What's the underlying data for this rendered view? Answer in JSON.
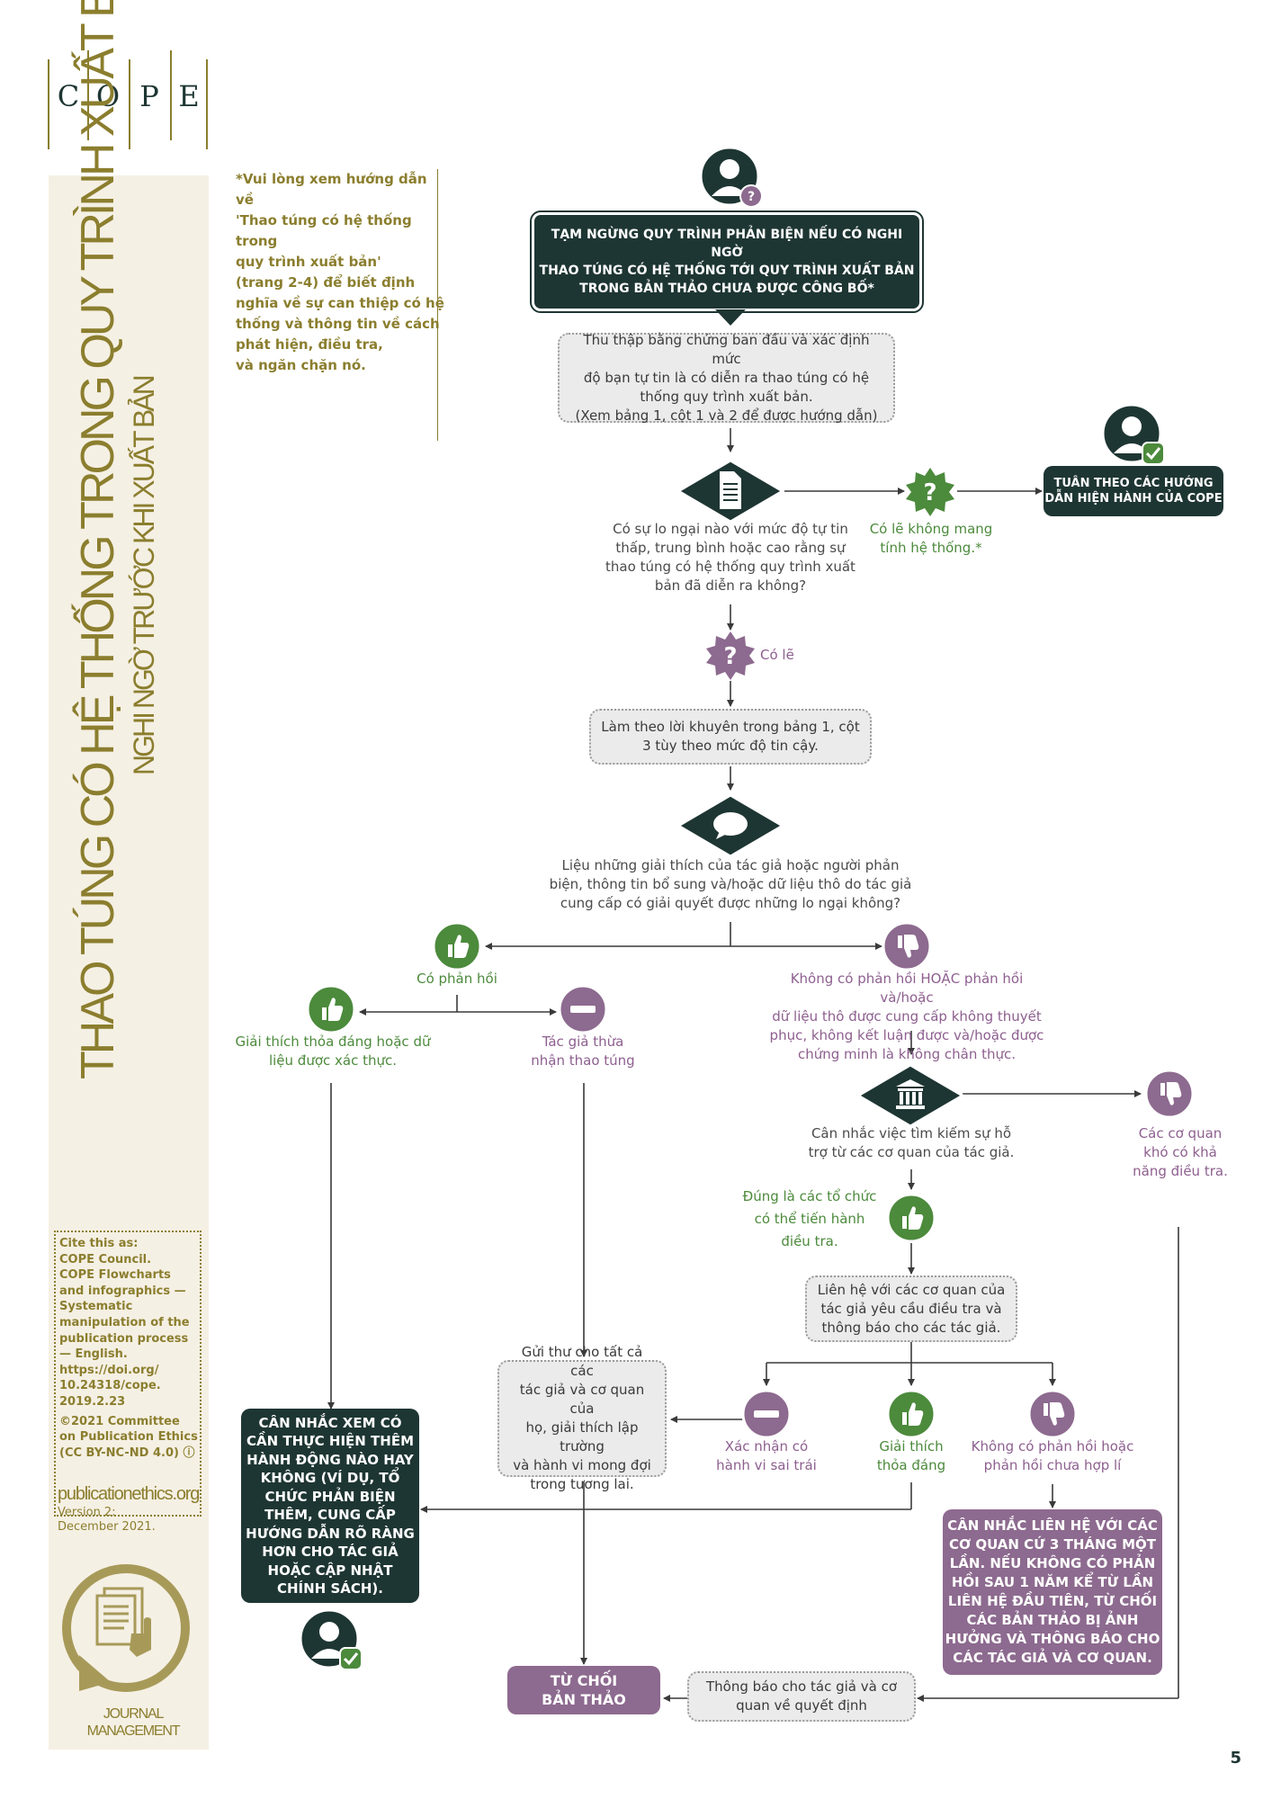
{
  "header": {
    "logo_letters": [
      "C",
      "O",
      "P",
      "E"
    ],
    "title_main": "THAO TÚNG CÓ HỆ THỐNG TRONG QUY TRÌNH XUẤT BẢN",
    "title_sub": "NGHI NGỜ TRƯỚC KHI XUẤT BẢN"
  },
  "note": {
    "line1": "*Vui lòng xem hướng dẫn về",
    "line2": "'Thao túng có hệ thống trong",
    "line3": "quy trình xuất bản'",
    "line4": "(trang 2-4) để biết định",
    "line5": "nghĩa về sự can thiệp có hệ",
    "line6": "thống và thông tin về cách",
    "line7": "phát hiện, điều tra,",
    "line8": "và ngăn chặn nó."
  },
  "cite": {
    "line1": "Cite this as:",
    "line2": "COPE Council.",
    "line3": "COPE Flowcharts",
    "line4": "and infographics —",
    "line5": "Systematic",
    "line6": "manipulation of the",
    "line7": "publication process",
    "line8": "— English.",
    "line9": "https://doi.org/",
    "line10": "10.24318/cope.",
    "line11": "2019.2.23",
    "line12": "©2021 Committee",
    "line13": "on Publication Ethics",
    "line14": "(CC BY-NC-ND 4.0) ⓘ",
    "site": "publicationethics.org",
    "version1": "Version 2:",
    "version2": "December 2021.",
    "category1": "JOURNAL",
    "category2": "MANAGEMENT"
  },
  "flow": {
    "start_l1": "TẠM NGỪNG QUY TRÌNH PHẢN BIỆN NẾU CÓ NGHI NGỜ",
    "start_l2": "THAO TÚNG CÓ HỆ THỐNG TỚI QUY TRÌNH XUẤT BẢN",
    "start_l3": "TRONG BẢN THẢO CHƯA ĐƯỢC CÔNG BỐ*",
    "collect_l1": "Thu thập bằng chứng ban đầu và xác định mức",
    "collect_l2": "độ bạn tự tin là có diễn ra thao túng có hệ",
    "collect_l3": "thống quy trình xuất bản.",
    "collect_l4": "(Xem bảng 1, cột 1 và 2 để được hướng dẫn)",
    "q1_l1": "Có sự lo ngại nào với mức độ tự tin",
    "q1_l2": "thấp, trung bình hoặc cao rằng sự",
    "q1_l3": "thao túng có hệ thống quy trình xuất",
    "q1_l4": "bản đã diễn ra không?",
    "unlikely_l1": "Có lẽ không mang",
    "unlikely_l2": "tính hệ thống.*",
    "follow_cope_l1": "TUÂN THEO CÁC HƯỚNG",
    "follow_cope_l2": "DẪN HIỆN HÀNH CỦA COPE",
    "maybe": "Có lẽ",
    "advice_l1": "Làm theo lời khuyên trong bảng 1, cột",
    "advice_l2": "3 tùy theo mức độ tin cậy.",
    "q2_l1": "Liệu những giải thích của tác giả hoặc người phản",
    "q2_l2": "biện, thông tin bổ sung và/hoặc dữ liệu thô do tác giả",
    "q2_l3": "cung cấp có giải quyết được những lo ngại không?",
    "responded": "Có phản hồi",
    "no_response_l1": "Không có phản hồi HOẶC phản hồi và/hoặc",
    "no_response_l2": "dữ liệu thô được cung cấp không thuyết",
    "no_response_l3": "phục, không kết luận được và/hoặc được",
    "no_response_l4": "chứng minh là không chân thực.",
    "satisfactory_l1": "Giải thích thỏa đáng hoặc dữ",
    "satisfactory_l2": "liệu được xác thực.",
    "admits_l1": "Tác giả thừa",
    "admits_l2": "nhận thao túng",
    "institution_q_l1": "Cân nhắc việc tìm kiếm sự hỗ",
    "institution_q_l2": "trợ từ các cơ quan của tác giả.",
    "unlikely_investigate_l1": "Các cơ quan",
    "unlikely_investigate_l2": "khó có khả",
    "unlikely_investigate_l3": "năng điều tra.",
    "can_investigate_l1": "Đúng là các tổ chức",
    "can_investigate_l2": "có thể tiến hành",
    "can_investigate_l3": "điều tra.",
    "contact_inst_l1": "Liên hệ với các cơ quan của",
    "contact_inst_l2": "tác giả yêu cầu điều tra và",
    "contact_inst_l3": "thông báo cho các tác giả.",
    "letter_l1": "Gửi thư cho tất cả các",
    "letter_l2": "tác giả và cơ quan của",
    "letter_l3": "họ, giải thích lập trường",
    "letter_l4": "và hành vi mong đợi",
    "letter_l5": "trong tương lai.",
    "misconduct_l1": "Xác nhận có",
    "misconduct_l2": "hành vi sai trái",
    "sat2_l1": "Giải thích",
    "sat2_l2": "thỏa đáng",
    "noinst_l1": "Không có phản hồi hoặc",
    "noinst_l2": "phản hồi chưa hợp lí",
    "further_l1": "CÂN NHẮC XEM CÓ",
    "further_l2": "CẦN THỰC HIỆN THÊM",
    "further_l3": "HÀNH ĐỘNG NÀO HAY",
    "further_l4": "KHÔNG (VÍ DỤ, TỔ",
    "further_l5": "CHỨC PHẢN BIỆN",
    "further_l6": "THÊM, CUNG CẤP",
    "further_l7": "HƯỚNG DẪN RÕ RÀNG",
    "further_l8": "HƠN CHO TÁC GIẢ",
    "further_l9": "HOẶC CẬP NHẬT",
    "further_l10": "CHÍNH SÁCH).",
    "recontact_l1": "CÂN NHẮC LIÊN HỆ VỚI CÁC",
    "recontact_l2": "CƠ QUAN CỨ 3 THÁNG MỘT",
    "recontact_l3": "LẦN. NẾU KHÔNG CÓ PHẢN",
    "recontact_l4": "HỒI SAU 1 NĂM KỂ TỪ LẦN",
    "recontact_l5": "LIÊN HỆ ĐẦU TIÊN, TỪ CHỐI",
    "recontact_l6": "CÁC BẢN THẢO BỊ ẢNH",
    "recontact_l7": "HƯỞNG VÀ THÔNG BÁO CHO",
    "recontact_l8": "CÁC TÁC GIẢ VÀ CƠ QUAN.",
    "reject_l1": "TỪ CHỐI",
    "reject_l2": "BẢN THẢO",
    "inform_l1": "Thông báo cho tác giả và cơ",
    "inform_l2": "quan về quyết định"
  },
  "page_number": "5",
  "colors": {
    "dark_teal": "#1e3633",
    "purple": "#8d6a8f",
    "green": "#4c8a3c",
    "olive": "#8b7e2e",
    "sidebar": "#f5f0e4"
  }
}
